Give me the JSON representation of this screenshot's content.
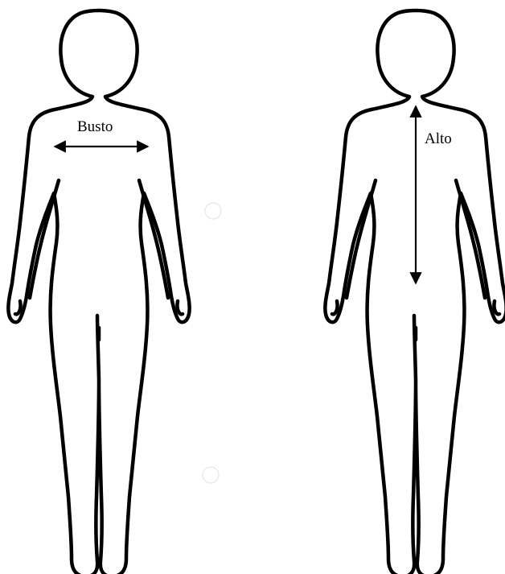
{
  "figures": [
    {
      "view": "front",
      "measurement": {
        "label": "Busto",
        "orientation": "horizontal"
      }
    },
    {
      "view": "back",
      "measurement": {
        "label": "Alto",
        "orientation": "vertical"
      }
    }
  ],
  "colors": {
    "outline": "#000000",
    "background": "#ffffff",
    "arrow": "#000000"
  }
}
